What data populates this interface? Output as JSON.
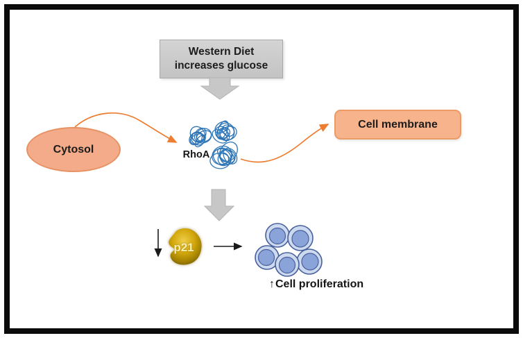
{
  "diagram": {
    "kind": "signaling-pathway",
    "nodes": {
      "western_diet": {
        "line1": "Western Diet",
        "line2": "increases glucose"
      },
      "cytosol": {
        "label": "Cytosol"
      },
      "rhoa": {
        "label": "RhoA"
      },
      "cell_membrane": {
        "label": "Cell membrane"
      },
      "p21": {
        "label": "p21"
      },
      "cell_proliferation": {
        "up_arrow": "↑",
        "label": "Cell proliferation"
      }
    },
    "colors": {
      "frame": "#0b0b0b",
      "background": "#ffffff",
      "gray_box_fill": "#c9c9c9",
      "gray_box_border": "#a8a8a8",
      "block_arrow_fill": "#c7c7c7",
      "block_arrow_border": "#b3b3b3",
      "cytosol_fill": "#f3ab89",
      "cytosol_border": "#e79264",
      "membrane_fill": "#f7b38b",
      "membrane_border": "#ec9a66",
      "orange_arrow": "#ed7d31",
      "rhoa_blue": "#2e75b6",
      "p21_gold_center": "#eecd49",
      "p21_gold_edge": "#6f5600",
      "p21_text": "#f6edb0",
      "cell_fill": "#cdd9ee",
      "cell_border": "#47609c",
      "nucleus_fill": "#8aa3d8",
      "black_arrow": "#1a1a1a",
      "text": "#1c1c1c"
    }
  }
}
